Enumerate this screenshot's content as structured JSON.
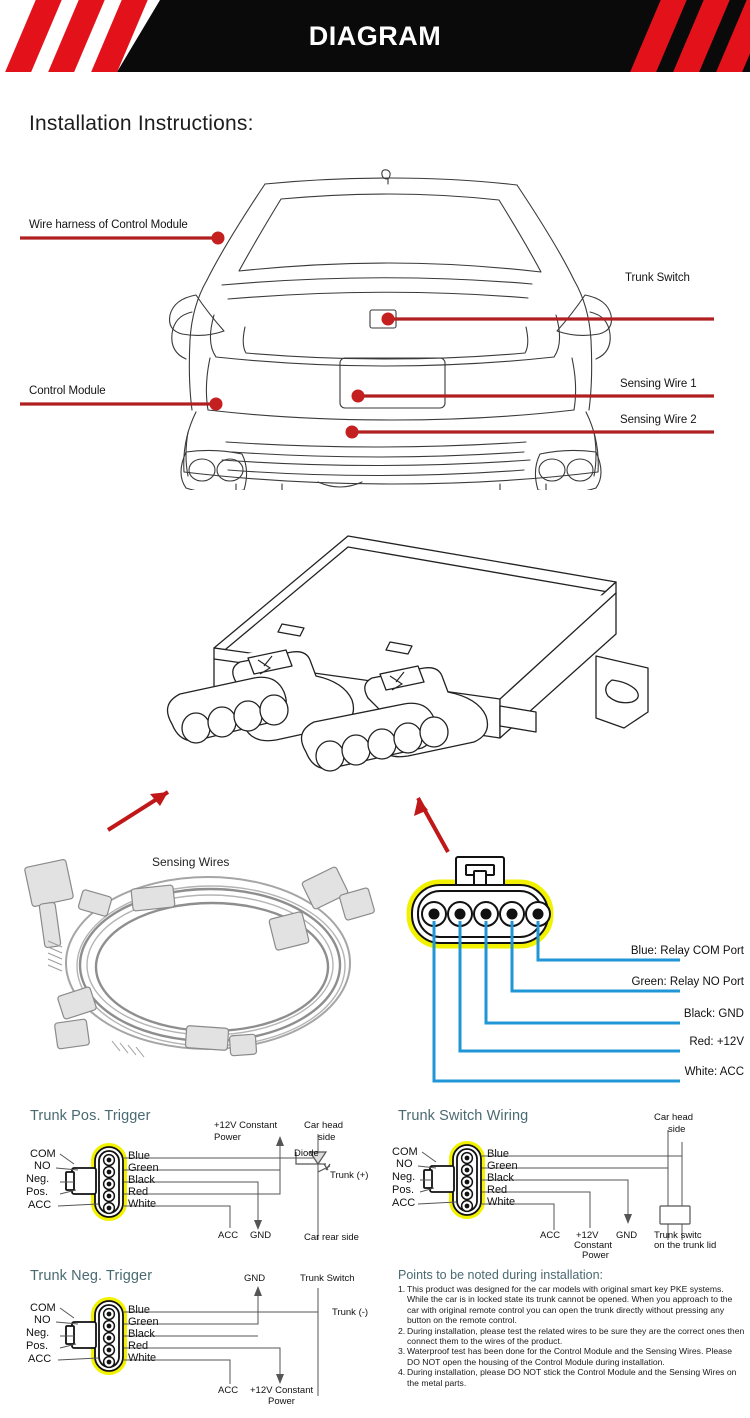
{
  "header": {
    "title": "DIAGRAM",
    "stripe_color": "#e3121a",
    "bar_color": "#0a0a0a"
  },
  "section": {
    "title": "Installation Instructions:"
  },
  "car_diagram": {
    "leader_color": "#b02020",
    "callouts": [
      {
        "label": "Wire harness of Control Module",
        "side": "left"
      },
      {
        "label": "Control Module",
        "side": "left"
      },
      {
        "label": "Trunk Switch",
        "side": "right"
      },
      {
        "label": "Sensing Wire 1",
        "side": "right"
      },
      {
        "label": "Sensing Wire 2",
        "side": "right"
      }
    ]
  },
  "module": {
    "harness_label": "Sensing Wires",
    "arrow_color": "#c01818"
  },
  "pinout": {
    "highlight_color": "#f2f200",
    "leader_color": "#2196d6",
    "pins": [
      {
        "label": "Blue: Relay COM Port"
      },
      {
        "label": "Green: Relay NO Port"
      },
      {
        "label": "Black: GND"
      },
      {
        "label": "Red: +12V"
      },
      {
        "label": "White: ACC"
      }
    ]
  },
  "panels": [
    {
      "id": "trunk-pos-trigger",
      "title": "Trunk Pos. Trigger",
      "terminals": [
        "COM",
        "NO",
        "Neg.",
        "Pos.",
        "ACC"
      ],
      "wires": [
        "Blue",
        "Green",
        "Black",
        "Red",
        "White"
      ],
      "annotations": [
        "+12V Constant",
        "Power",
        "Car head",
        "side",
        "Diode",
        "Trunk (+)",
        "ACC",
        "GND",
        "Car rear side"
      ]
    },
    {
      "id": "trunk-neg-trigger",
      "title": "Trunk Neg. Trigger",
      "terminals": [
        "COM",
        "NO",
        "Neg.",
        "Pos.",
        "ACC"
      ],
      "wires": [
        "Blue",
        "Green",
        "Black",
        "Red",
        "White"
      ],
      "annotations": [
        "GND",
        "Trunk Switch",
        "Trunk (-)",
        "ACC",
        "+12V Constant",
        "Power"
      ]
    },
    {
      "id": "trunk-switch-wiring",
      "title": "Trunk Switch Wiring",
      "terminals": [
        "COM",
        "NO",
        "Neg.",
        "Pos.",
        "ACC"
      ],
      "wires": [
        "Blue",
        "Green",
        "Black",
        "Red",
        "White"
      ],
      "annotations": [
        "Car head",
        "side",
        "ACC",
        "+12V",
        "Constant",
        "Power",
        "GND",
        "Trunk switc",
        "on the trunk lid"
      ]
    }
  ],
  "notes": {
    "title": "Points to be noted during installation:",
    "items": [
      {
        "num": "1.",
        "text": "This product was designed for the car models with original smart key PKE systems. While the car is in locked state its trunk cannot be opened. When you approach to the car with original remote control you can open the trunk directly without pressing any button on the remote control."
      },
      {
        "num": "2.",
        "text": "During installation, please test the related wires to be sure they are the correct ones then connect them to the wires of the product."
      },
      {
        "num": "3.",
        "text": "Waterproof test has been done for the Control Module and the Sensing Wires. Please DO NOT open the housing of the Control Module during installation."
      },
      {
        "num": "4.",
        "text": "During installation, please DO NOT stick the Control Module and the Sensing Wires on the metal parts."
      }
    ]
  }
}
